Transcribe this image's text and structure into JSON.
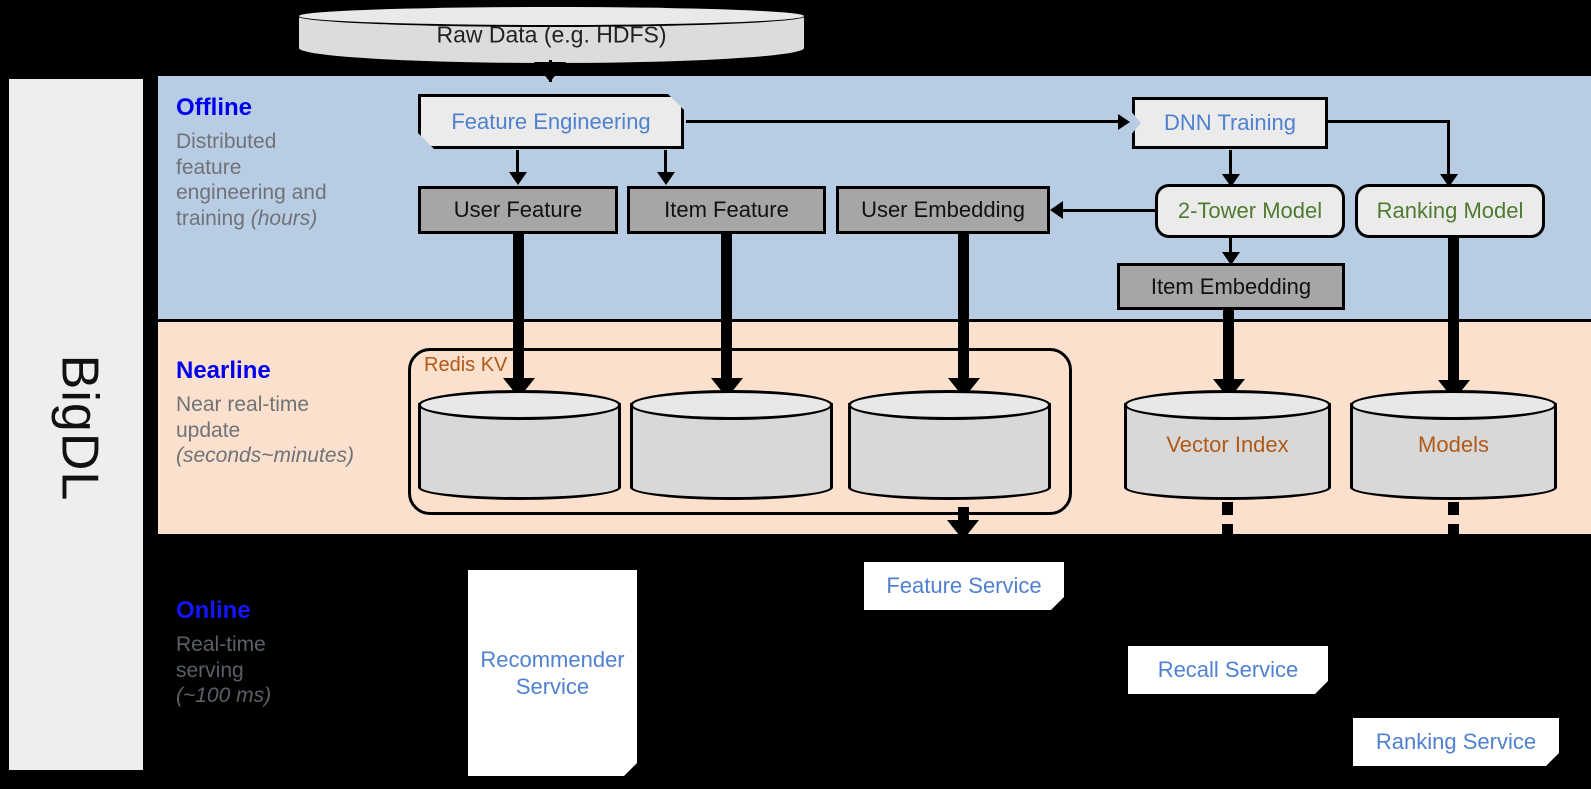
{
  "sidebar": {
    "label": "BigDL"
  },
  "colors": {
    "offline_band": "#b8cce4",
    "nearline_band": "#fbe0cd",
    "online_band": "#000000",
    "layer_title": "#0000ee",
    "blue_text": "#4f81d0",
    "green_text": "#4f7b2e",
    "brown_text": "#b15a17",
    "gray_box": "#a6a6a6",
    "light_box": "#ebebeb"
  },
  "source": {
    "raw_data": "Raw Data (e.g. HDFS)"
  },
  "layers": [
    {
      "id": "offline",
      "title": "Offline",
      "desc_lines": [
        "Distributed",
        "feature",
        "engineering and",
        "training "
      ],
      "desc_italic": "(hours)"
    },
    {
      "id": "nearline",
      "title": "Nearline",
      "desc_lines": [
        "Near real-time",
        "update"
      ],
      "desc_italic": "(seconds~minutes)"
    },
    {
      "id": "online",
      "title": "Online",
      "desc_lines": [
        "Real-time",
        "serving"
      ],
      "desc_italic": "(~100 ms)"
    }
  ],
  "offline_nodes": {
    "feature_engineering": "Feature Engineering",
    "dnn_training": "DNN Training",
    "user_feature": "User Feature",
    "item_feature": "Item Feature",
    "user_embedding": "User Embedding",
    "two_tower_model": "2-Tower Model",
    "ranking_model": "Ranking Model",
    "item_embedding": "Item Embedding"
  },
  "nearline_nodes": {
    "redis_kv": "Redis KV",
    "store_1": "",
    "store_2": "",
    "store_3": "",
    "vector_index": "Vector Index",
    "models": "Models"
  },
  "online_nodes": {
    "recommender_service": "Recommender Service",
    "feature_service": "Feature Service",
    "recall_service": "Recall Service",
    "ranking_service": "Ranking Service"
  }
}
